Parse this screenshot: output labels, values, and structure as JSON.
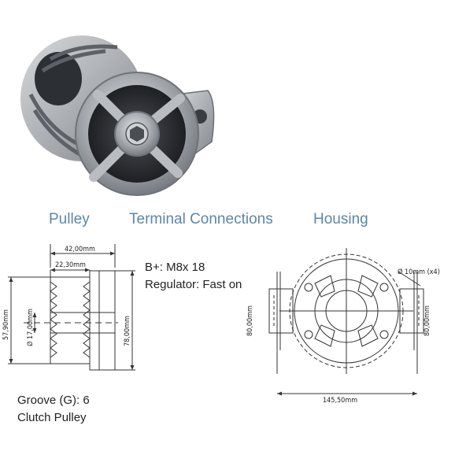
{
  "headings": {
    "pulley": "Pulley",
    "terminal_connections": "Terminal Connections",
    "housing": "Housing"
  },
  "terminal": {
    "b_plus": "B+: M8x 18",
    "regulator": "Regulator: Fast on"
  },
  "pulley_specs": {
    "groove": "Groove (G): 6",
    "type": "Clutch Pulley"
  },
  "pulley_dims": {
    "width_total": "42,00mm",
    "width_groove": "22,30mm",
    "outer_dia": "57,90mm",
    "bore_dia": "Ø 17,00mm",
    "flange_dia": "78,00mm"
  },
  "housing_dims": {
    "hole_dia": "Ø 10mm (x4)",
    "left_height": "80,00mm",
    "right_height": "80,00mm",
    "width": "145,50mm"
  },
  "colors": {
    "heading_blue": "#5b87a8",
    "line": "#333333"
  }
}
